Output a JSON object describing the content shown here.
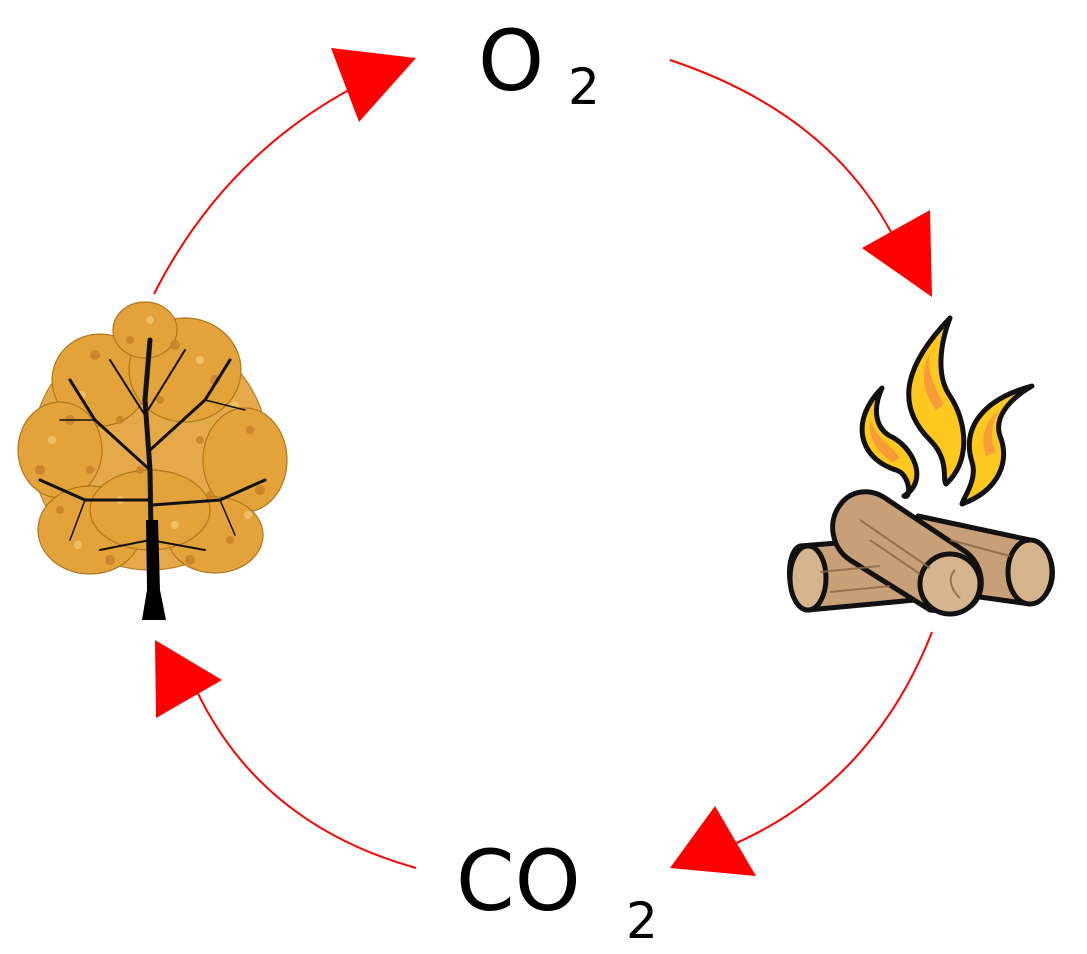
{
  "diagram": {
    "nodes": {
      "oxygen": {
        "formula": "O",
        "subscript": "2"
      },
      "carbon_dioxide": {
        "formula": "CO",
        "subscript": "2"
      },
      "tree": {
        "icon": "tree-icon"
      },
      "fire": {
        "icon": "campfire-icon"
      }
    },
    "colors": {
      "arrow": "#ff0000",
      "flame_yellow": "#ffc81e",
      "flame_orange": "#f79a3a",
      "log": "#c8a078",
      "leaf": "#e3a23a",
      "trunk": "#000000"
    },
    "flow": [
      {
        "from": "tree",
        "to": "oxygen"
      },
      {
        "from": "oxygen",
        "to": "fire"
      },
      {
        "from": "fire",
        "to": "carbon_dioxide"
      },
      {
        "from": "carbon_dioxide",
        "to": "tree"
      }
    ]
  }
}
